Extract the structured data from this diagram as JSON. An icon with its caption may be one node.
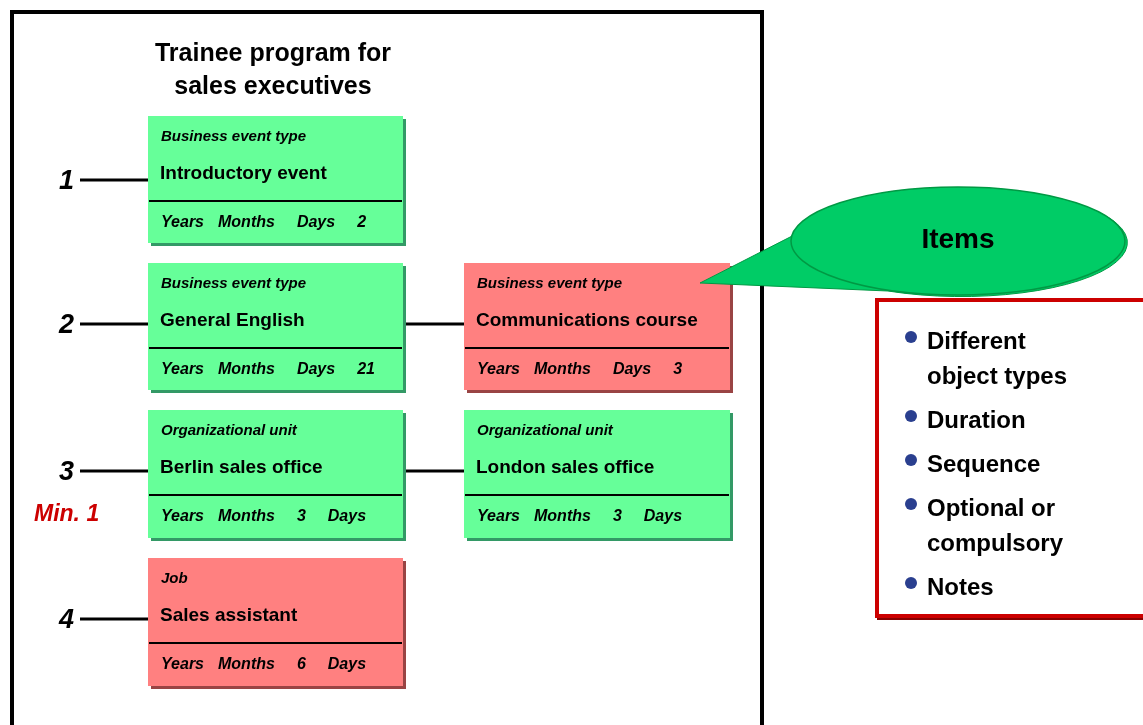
{
  "diagram": {
    "nodes": [
      {
        "text": [
          "Trainee program for sales executives"
        ]
      },
      {
        "text": [
          "1"
        ],
        "in": 0
      },
      {
        "text": [
          "Business event type",
          "Introductory event",
          "Years",
          "Months",
          "Days",
          "2"
        ],
        "in": 0
      },
      {
        "text": [
          "2"
        ],
        "in": 0
      },
      {
        "text": [
          "Business event type",
          "General English",
          "Years",
          "Months",
          "Days",
          "21"
        ],
        "in": 0
      },
      {
        "text": [
          "Business event type",
          "Communications course",
          "Years",
          "Months",
          "Days",
          "3"
        ],
        "in": 0
      },
      {
        "text": [
          "3"
        ],
        "in": 0
      },
      {
        "text": [
          "Organizational unit",
          "Berlin sales office",
          "Years",
          "Months",
          "3",
          "Days"
        ],
        "in": 0
      },
      {
        "text": [
          "Organizational unit",
          "London sales office",
          "Years",
          "Months",
          "3",
          "Days"
        ],
        "in": 0
      },
      {
        "text": [
          "4"
        ],
        "in": 0
      },
      {
        "text": [
          "Job",
          "Sales assistant",
          "Years",
          "Months",
          "6",
          "Days"
        ],
        "in": 0
      },
      {
        "text": [
          "Items"
        ]
      },
      {
        "text": [
          "Different object types",
          "Duration",
          "Sequence",
          "Optional or compulsory",
          "Notes"
        ]
      }
    ],
    "edges": [
      {
        "from": 1,
        "to": 2,
        "arrow": "none"
      },
      {
        "from": 3,
        "to": 4,
        "arrow": "none"
      },
      {
        "from": 4,
        "to": 5,
        "arrow": "none"
      },
      {
        "from": 6,
        "to": 7,
        "arrow": "none"
      },
      {
        "from": 7,
        "to": 8,
        "arrow": "none"
      },
      {
        "from": 9,
        "to": 10,
        "arrow": "none"
      }
    ],
    "labels": [
      "Min. 1"
    ]
  }
}
